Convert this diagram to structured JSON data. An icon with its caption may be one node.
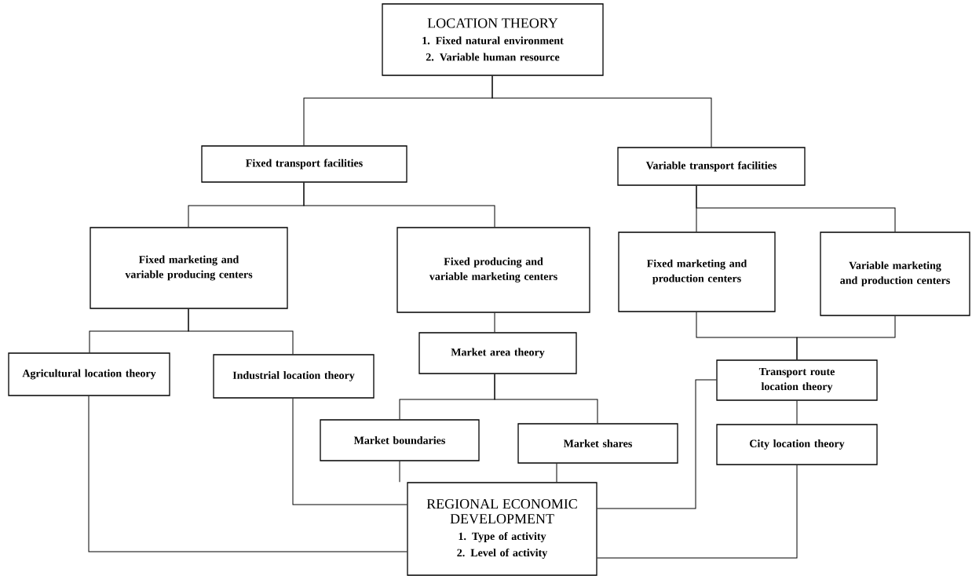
{
  "diagram": {
    "nodes": [
      {
        "text": [
          "LOCATION THEORY",
          "1. Fixed natural environment",
          "2. Variable human resource"
        ]
      },
      {
        "text": [
          "Fixed transport facilities"
        ]
      },
      {
        "text": [
          "Variable transport facilities"
        ]
      },
      {
        "text": [
          "Fixed marketing and variable producing centers"
        ]
      },
      {
        "text": [
          "Fixed producing and variable marketing centers"
        ]
      },
      {
        "text": [
          "Fixed marketing and production centers"
        ]
      },
      {
        "text": [
          "Variable marketing and production centers"
        ]
      },
      {
        "text": [
          "Market area theory"
        ]
      },
      {
        "text": [
          "Agricultural location theory"
        ]
      },
      {
        "text": [
          "Industrial location theory"
        ]
      },
      {
        "text": [
          "Transport route location theory"
        ]
      },
      {
        "text": [
          "Market boundaries"
        ]
      },
      {
        "text": [
          "Market shares"
        ]
      },
      {
        "text": [
          "City location theory"
        ]
      },
      {
        "text": [
          "REGIONAL ECONOMIC DEVELOPMENT",
          "1. Type of activity",
          "2. Level of activity"
        ]
      }
    ],
    "edges": [
      {
        "from": 0,
        "to": 1,
        "arrow": "none"
      },
      {
        "from": 0,
        "to": 2,
        "arrow": "none"
      },
      {
        "from": 1,
        "to": 3,
        "arrow": "none"
      },
      {
        "from": 1,
        "to": 4,
        "arrow": "none"
      },
      {
        "from": 2,
        "to": 5,
        "arrow": "none"
      },
      {
        "from": 2,
        "to": 6,
        "arrow": "none"
      },
      {
        "from": 3,
        "to": 8,
        "arrow": "none"
      },
      {
        "from": 3,
        "to": 9,
        "arrow": "none"
      },
      {
        "from": 4,
        "to": 7,
        "arrow": "none"
      },
      {
        "from": 5,
        "to": 10,
        "arrow": "none"
      },
      {
        "from": 6,
        "to": 10,
        "arrow": "none"
      },
      {
        "from": 7,
        "to": 11,
        "arrow": "none"
      },
      {
        "from": 7,
        "to": 12,
        "arrow": "none"
      },
      {
        "from": 10,
        "to": 13,
        "arrow": "none"
      },
      {
        "from": 11,
        "to": 14,
        "arrow": "none"
      },
      {
        "from": 12,
        "to": 14,
        "arrow": "none"
      },
      {
        "from": 9,
        "to": 14,
        "arrow": "none"
      },
      {
        "from": 8,
        "to": 14,
        "arrow": "none"
      },
      {
        "from": 10,
        "to": 14,
        "arrow": "none"
      },
      {
        "from": 13,
        "to": 14,
        "arrow": "none"
      }
    ]
  }
}
